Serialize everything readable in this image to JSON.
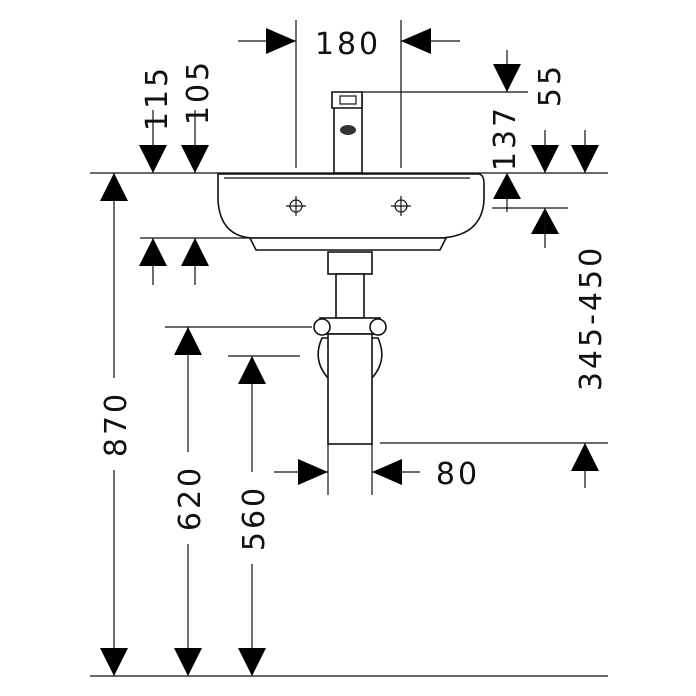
{
  "dimensions": {
    "width_180": "180",
    "d_115": "115",
    "d_105": "105",
    "d_55": "55",
    "d_137": "137",
    "range_345_450": "345-450",
    "height_870": "870",
    "height_620": "620",
    "height_560": "560",
    "trap_80": "80"
  },
  "colors": {
    "line": "#111111",
    "background": "#ffffff"
  }
}
